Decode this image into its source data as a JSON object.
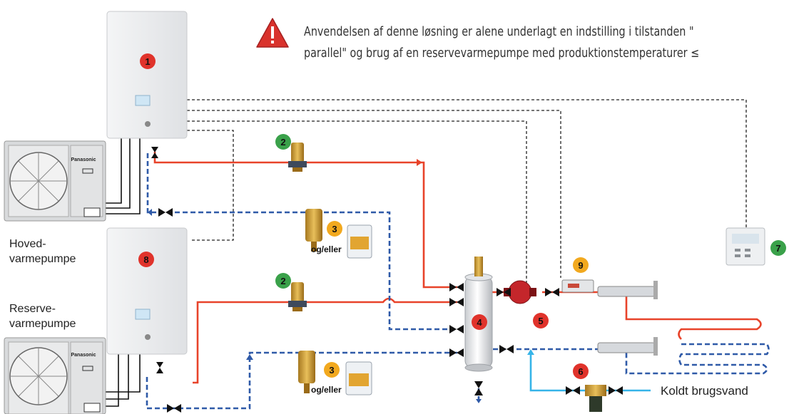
{
  "notice": {
    "line1": "Anvendelsen af denne løsning er alene underlagt en indstilling i tilstanden \"",
    "line2": "parallel\" og brug af en reservevarmepumpe med produktionstemperaturer ≤",
    "icon": "warning-icon"
  },
  "labels": {
    "main_pump_l1": "Hoved-",
    "main_pump_l2": "varmepumpe",
    "backup_pump_l1": "Reserve-",
    "backup_pump_l2": "varmepumpe",
    "cold_water": "Koldt brugsvand",
    "and_or": "og/eller",
    "brand": "Panasonic"
  },
  "markers": [
    "1",
    "2",
    "3",
    "4",
    "5",
    "6",
    "7",
    "8",
    "9"
  ],
  "colors": {
    "supply": "#e8432a",
    "return": "#2f5aa8",
    "cold": "#36b4e8",
    "marker_red": "#e0332b",
    "marker_green": "#3aa14a",
    "marker_orange": "#f2a91f"
  }
}
